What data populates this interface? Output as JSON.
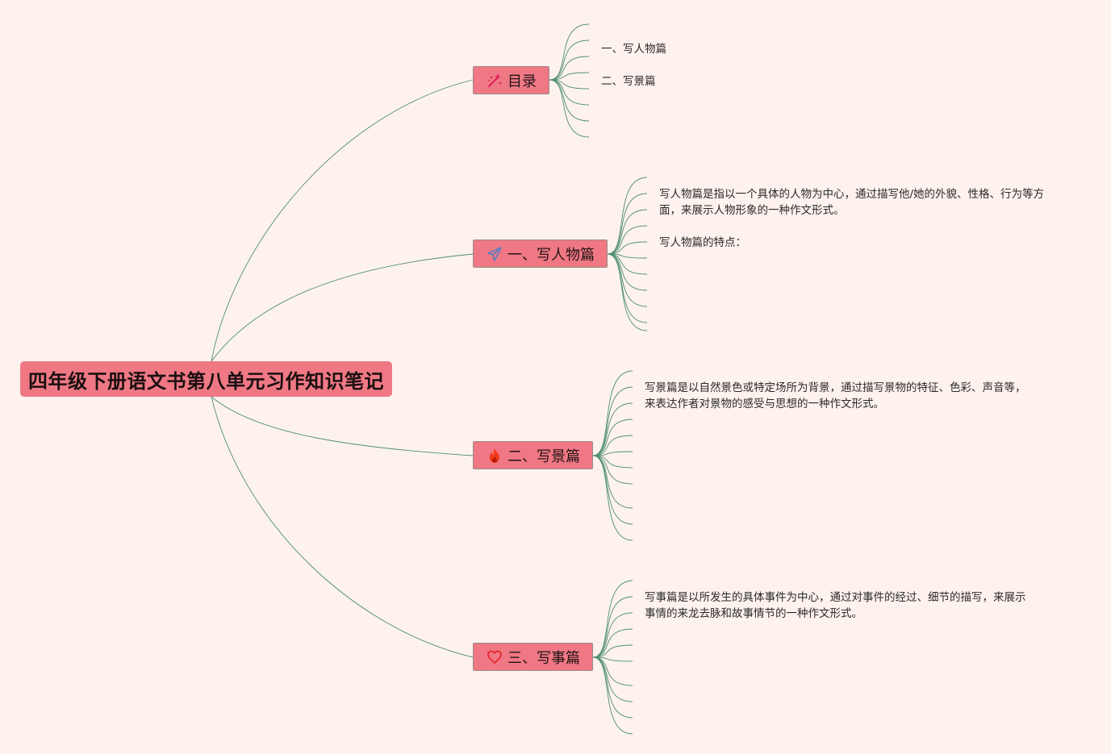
{
  "root": {
    "title": "四年级下册语文书第八单元习作知识笔记"
  },
  "branches": [
    {
      "label": "目录",
      "icon": "magic-wand-icon",
      "icon_color": "#e0245e",
      "leaves": [
        "一、写人物篇",
        "二、写景篇"
      ]
    },
    {
      "label": "一、写人物篇",
      "icon": "paper-plane-icon",
      "icon_color": "#5b7fc0",
      "leaves": [
        "写人物篇是指以一个具体的人物为中心，通过描写他/她的外貌、性格、行为等方",
        "面，来展示人物形象的一种作文形式。",
        "写人物篇的特点："
      ]
    },
    {
      "label": "二、写景篇",
      "icon": "flame-icon",
      "icon_color": "#f23a1a",
      "leaves": [
        "写景篇是以自然景色或特定场所为背景，通过描写景物的特征、色彩、声音等，",
        "来表达作者对景物的感受与思想的一种作文形式。"
      ]
    },
    {
      "label": "三、写事篇",
      "icon": "heart-icon",
      "icon_color": "#e8262b",
      "leaves": [
        "写事篇是以所发生的具体事件为中心，通过对事件的经过、细节的描写，来展示",
        "事情的来龙去脉和故事情节的一种作文形式。"
      ]
    }
  ],
  "colors": {
    "background": "#fef2ee",
    "node_fill": "#ef7884",
    "connector": "#4f8f6e"
  }
}
